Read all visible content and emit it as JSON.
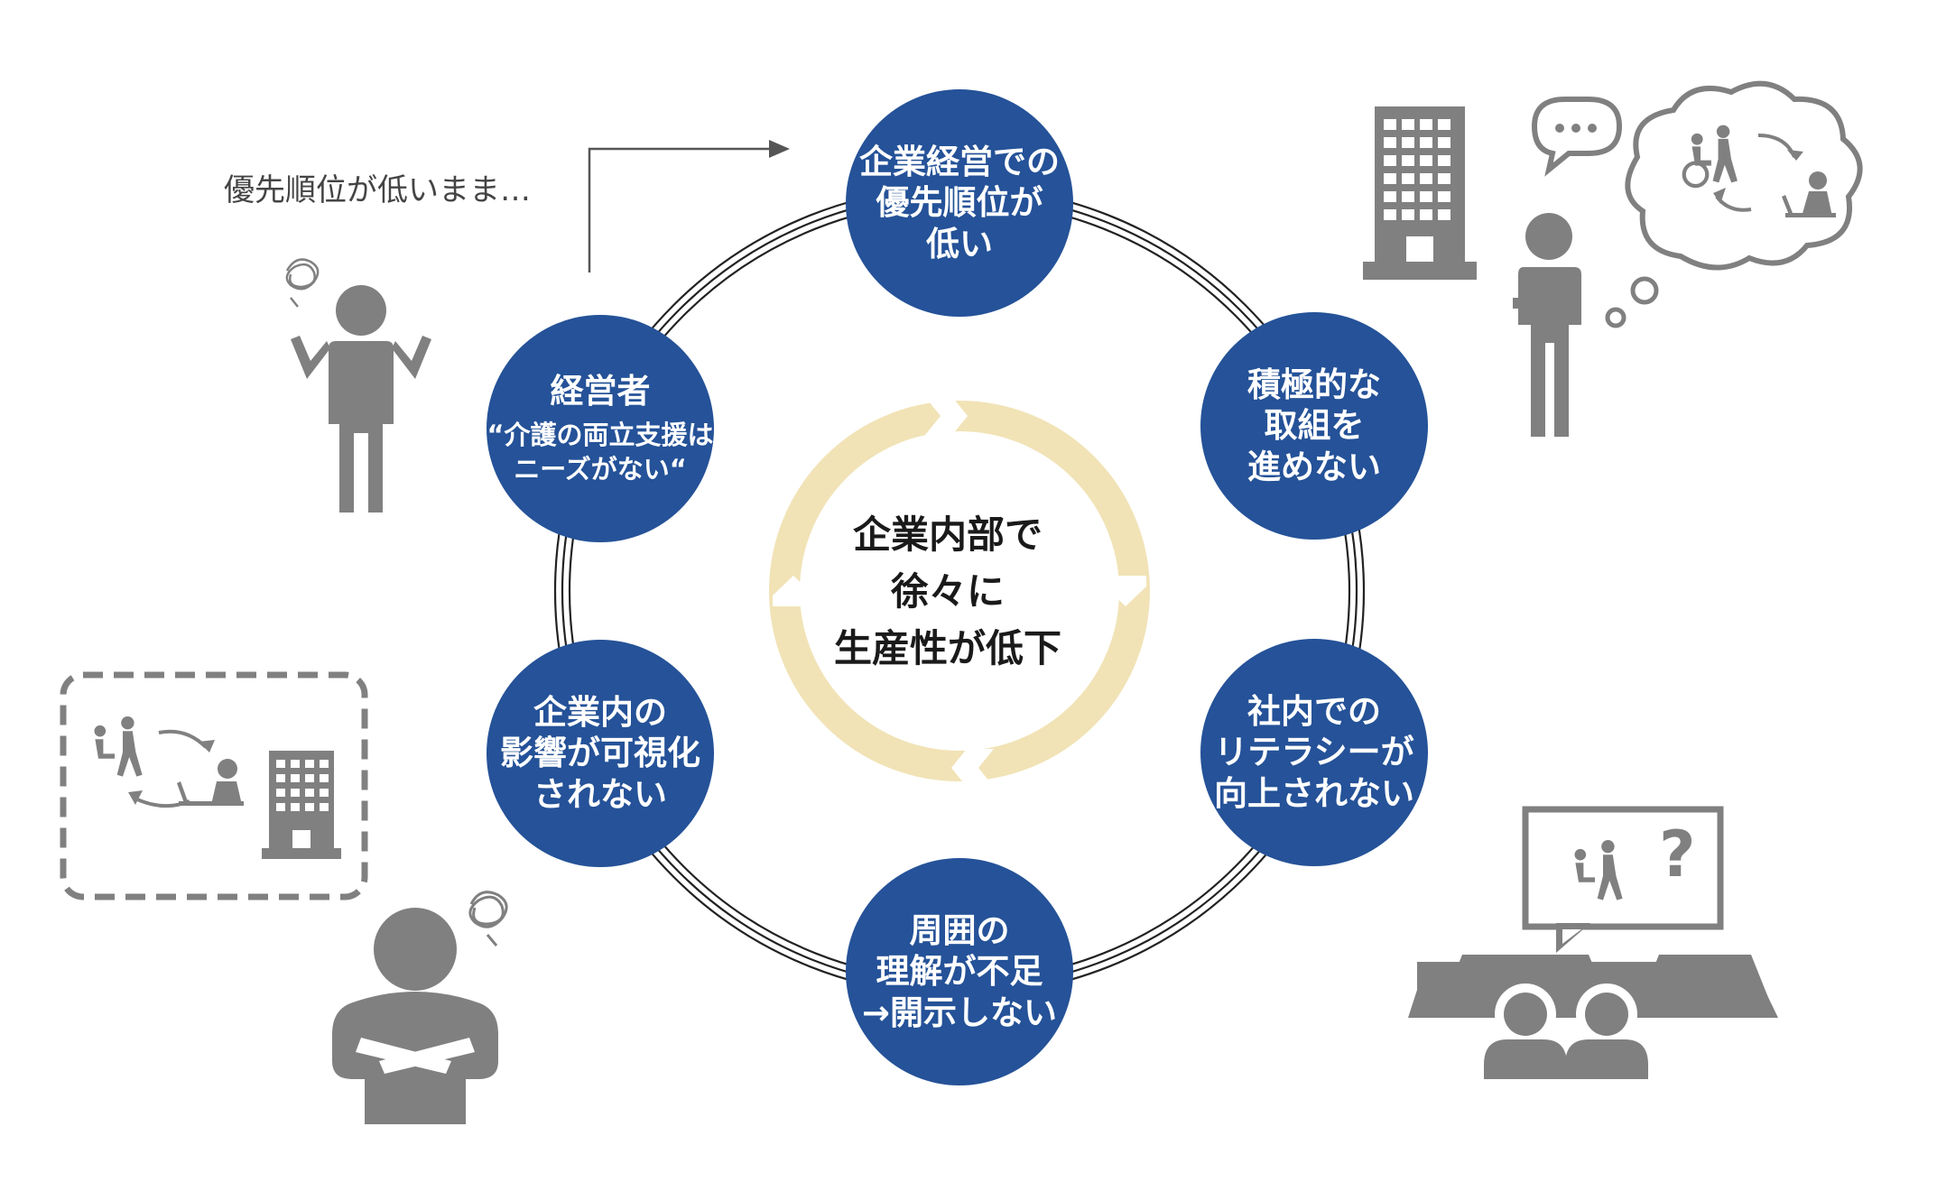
{
  "center": {
    "line1": "企業内部で",
    "line2": "徐々に",
    "line3": "生産性が低下"
  },
  "nodes": {
    "top": {
      "lines": [
        "企業経営での",
        "優先順位が",
        "低い"
      ]
    },
    "top_right": {
      "lines": [
        "積極的な",
        "取組を",
        "進めない"
      ]
    },
    "bottom_right": {
      "lines": [
        "社内での",
        "リテラシーが",
        "向上されない"
      ]
    },
    "bottom": {
      "lines": [
        "周囲の",
        "理解が不足",
        "→開示しない"
      ]
    },
    "bottom_left": {
      "lines": [
        "企業内の",
        "影響が可視化",
        "されない"
      ]
    },
    "top_left": {
      "title": "経営者",
      "quote1": "“介護の両立支援は",
      "quote2": "ニーズがない“"
    }
  },
  "annotation": {
    "priority_note": "優先順位が低いまま…",
    "question_mark": "?"
  },
  "colors": {
    "node_fill": "#255298",
    "cycle_ring": "#f1e3b6",
    "icon_gray": "#808080",
    "outer_ring": "#222222"
  },
  "icons": {
    "manager_shrug": "person-shrug-icon",
    "confused_scribble": "confused-scribble-icon",
    "office_building": "office-building-icon",
    "thinking_person": "thinking-person-icon",
    "thought_cloud": "thought-cloud-icon",
    "caregiving": "caregiving-icon",
    "audience": "audience-icon",
    "arms_crossed_person": "arms-crossed-person-icon"
  }
}
